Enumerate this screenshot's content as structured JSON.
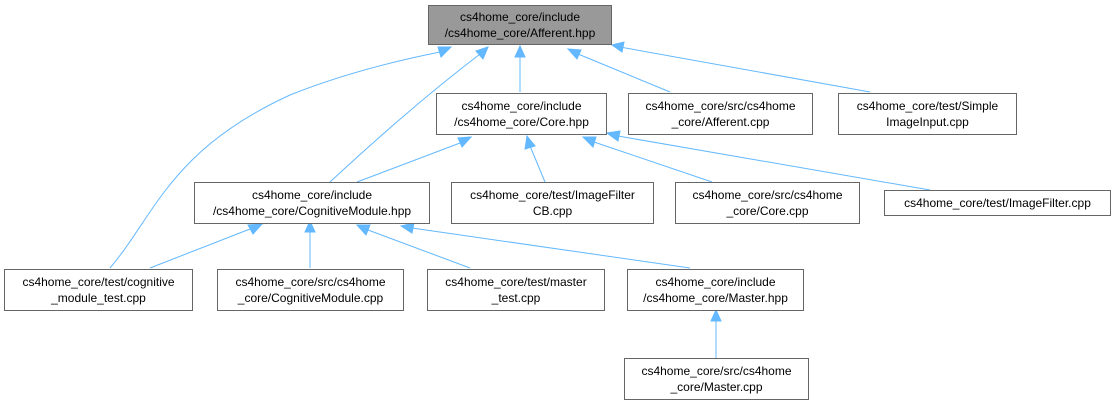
{
  "graph": {
    "root": {
      "line1": "cs4home_core/include",
      "line2": "/cs4home_core/Afferent.hpp"
    },
    "core_hpp": {
      "line1": "cs4home_core/include",
      "line2": "/cs4home_core/Core.hpp"
    },
    "afferent_cpp": {
      "line1": "cs4home_core/src/cs4home",
      "line2": "_core/Afferent.cpp"
    },
    "simple_image_input": {
      "line1": "cs4home_core/test/Simple",
      "line2": "ImageInput.cpp"
    },
    "cognitive_module_hpp": {
      "line1": "cs4home_core/include",
      "line2": "/cs4home_core/CognitiveModule.hpp"
    },
    "image_filter_cb": {
      "line1": "cs4home_core/test/ImageFilter",
      "line2": "CB.cpp"
    },
    "core_cpp": {
      "line1": "cs4home_core/src/cs4home",
      "line2": "_core/Core.cpp"
    },
    "image_filter_cpp": {
      "line1": "cs4home_core/test/ImageFilter.cpp"
    },
    "cognitive_module_test": {
      "line1": "cs4home_core/test/cognitive",
      "line2": "_module_test.cpp"
    },
    "cognitive_module_cpp": {
      "line1": "cs4home_core/src/cs4home",
      "line2": "_core/CognitiveModule.cpp"
    },
    "master_test": {
      "line1": "cs4home_core/test/master",
      "line2": "_test.cpp"
    },
    "master_hpp": {
      "line1": "cs4home_core/include",
      "line2": "/cs4home_core/Master.hpp"
    },
    "master_cpp": {
      "line1": "cs4home_core/src/cs4home",
      "line2": "_core/Master.cpp"
    }
  },
  "colors": {
    "root_fill": "#999999",
    "node_fill": "#ffffff",
    "node_border": "#666666",
    "edge": "#63b8ff"
  }
}
